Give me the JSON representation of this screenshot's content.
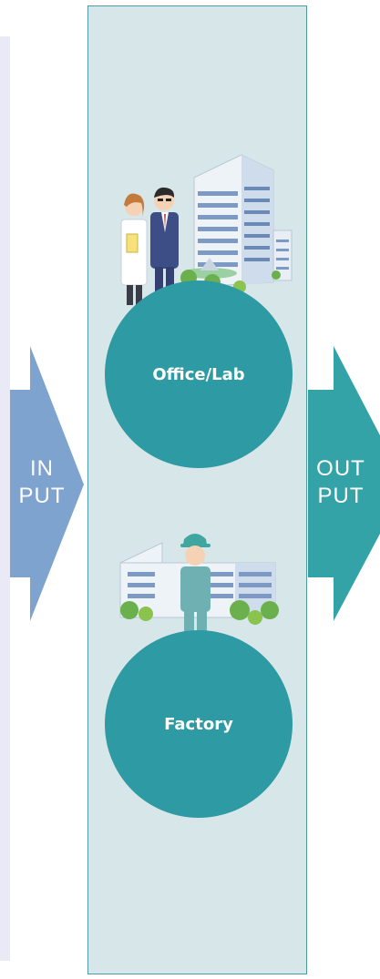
{
  "input_arrow": {
    "line1": "IN",
    "line2": "PUT",
    "color": "#7ea3cf"
  },
  "output_arrow": {
    "line1": "OUT",
    "line2": "PUT",
    "color": "#34a3a8"
  },
  "stations": [
    {
      "label": "Office/Lab",
      "circle_color": "#2e9aa3",
      "icon": "office-lab-illustration"
    },
    {
      "label": "Factory",
      "circle_color": "#2e9aa3",
      "icon": "factory-illustration"
    }
  ],
  "panel": {
    "background": "#d7e6e8",
    "border": "#4e9ba3"
  }
}
